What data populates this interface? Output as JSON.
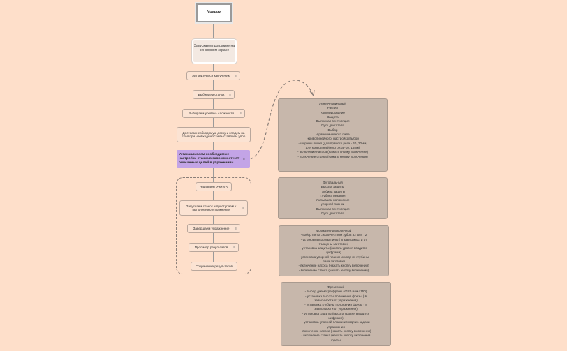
{
  "root": {
    "label": "Ученик"
  },
  "launch": {
    "label": "Запускаем программу на сенсорном экране"
  },
  "steps": [
    {
      "label": "Авторизуемся как ученик"
    },
    {
      "label": "Выбираем станок"
    },
    {
      "label": "Выбираем уровень сложности"
    },
    {
      "label": "Достаем необходимую доску и кладем на стол при необходимости выставляем упор"
    }
  ],
  "highlight": {
    "label": "Устанавливаем необходимые настройки станка в зависимости от описанных целей в упражнении"
  },
  "vr_steps": [
    {
      "label": "Надеваем очки VR"
    },
    {
      "label": "Запускаем станок и приступаем к выполнению упражнения"
    },
    {
      "label": "Завершаем упражнение"
    },
    {
      "label": "Просмотр результатов"
    },
    {
      "label": "Сохранение результатов"
    }
  ],
  "machines": [
    {
      "lines": [
        "Ленточнопильный",
        "Распил",
        "Контурирование",
        "Защита",
        "Вытяжная вентиляция",
        "Пуск двигателя",
        "Выбор",
        "-прямолинейного пила",
        "-криволинейного, настройка/выбор",
        "- ширины пилки (для прямого реза - 40, 20мм,",
        "для криволинейного реза -10, 15мм)",
        "- включение насоса (нажать кнопку включения)",
        "- включение станка (нажать кнопку включения)"
      ]
    },
    {
      "lines": [
        "Фуговальный",
        "Высота защиты",
        "Глубина защиты",
        "Глубина резания",
        "Указываем положение",
        "упорной планки",
        "Вытяжная вентиляция",
        "Пуск двигателя"
      ]
    },
    {
      "lines": [
        "Форматно-раскроечный",
        "-выбор пилы с количеством зубов 32 или 72",
        "- установка высоты пилы ( в зависимости от",
        "толщины заготовки)",
        "- установка защиты (высота уровня вводится",
        "цифрами)",
        "- установка упорной планки исходя из глубины",
        "пила заготовки",
        "- включение насоса (нажать кнопку включения)",
        "- включение станка (нажать кнопку включения)"
      ]
    },
    {
      "lines": [
        "Фрезерный",
        "- выбор диаметра фрезы (d120 или d150)",
        "- установка высоты положения фрезы ( в",
        "зависимости от упражнения)",
        "- установка глубины положения фрезы ( в",
        "зависимости от упражнения)",
        "- установка защиты (высота уровня вводится",
        "цифрами)",
        "- установка упорной планки исходя из задачи",
        "упражнения",
        "- включение насоса (нажать кнопку включения)",
        "- включение станка (нажать кнопку включения",
        "фрезы"
      ]
    }
  ],
  "colors": {
    "background": "#fedfca",
    "highlight": "#c3a4e6",
    "detail_box": "#c7b7ab",
    "connector": "#9a9a9a"
  },
  "icons": {
    "note": "note-icon"
  }
}
